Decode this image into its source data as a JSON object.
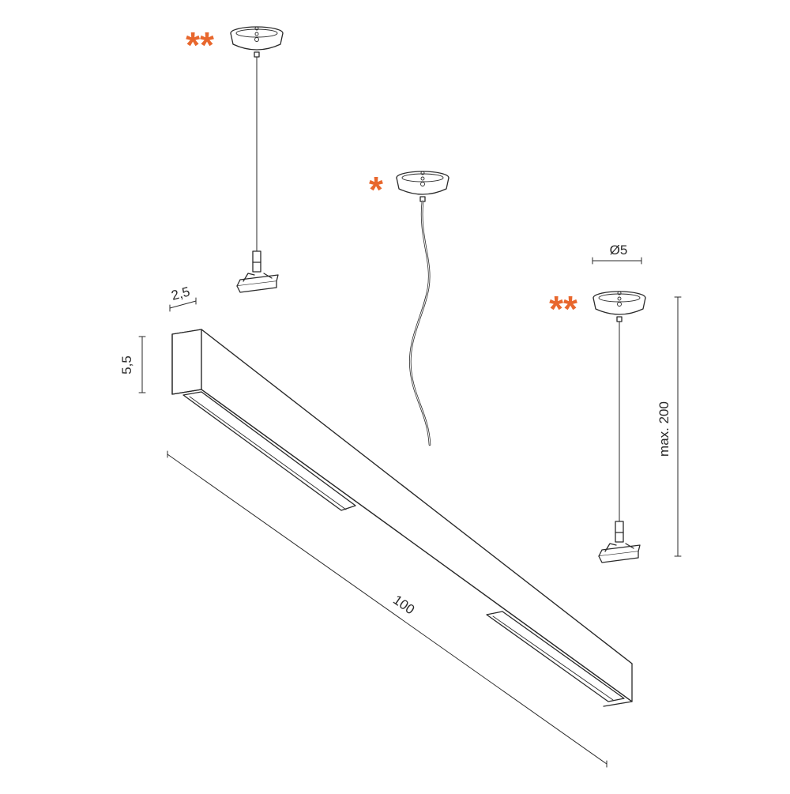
{
  "colors": {
    "line": "#2a2a2a",
    "accent": "#e8672d",
    "background": "#ffffff"
  },
  "dimensions": {
    "depth": "2,5",
    "height": "5,5",
    "length": "100",
    "cable_diameter": "Ø5",
    "max_suspension": "max. 200"
  },
  "markers": {
    "left_canopy": "**",
    "center_canopy": "*",
    "right_canopy": "**"
  }
}
